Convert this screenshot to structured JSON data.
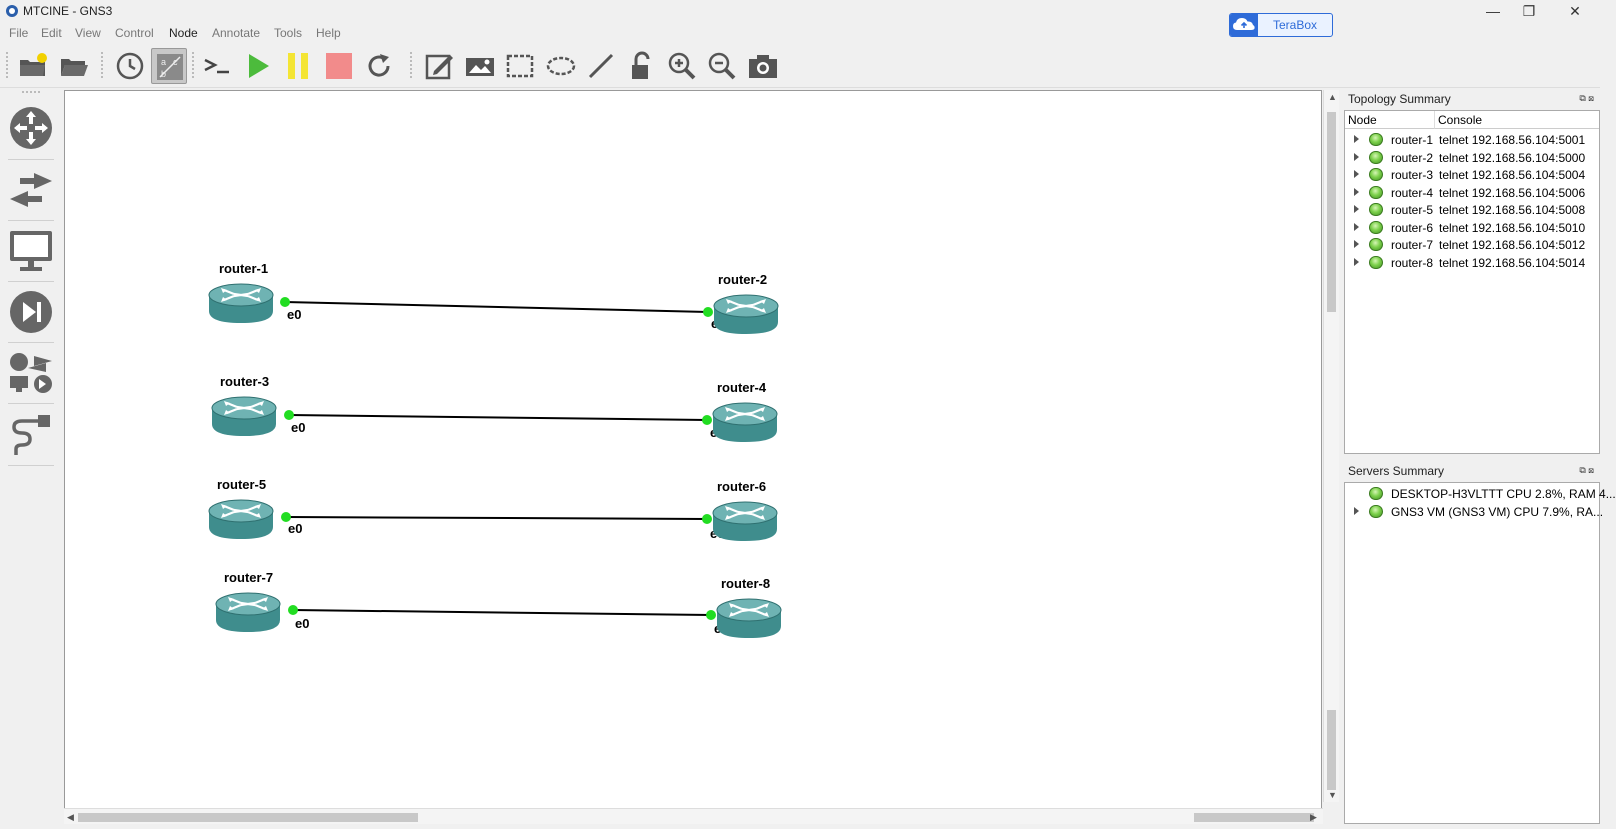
{
  "window": {
    "title": "MTCINE - GNS3",
    "terabox_label": "TeraBox",
    "minimize": "—",
    "maximize": "❐",
    "close": "✕"
  },
  "menu": [
    "File",
    "Edit",
    "View",
    "Control",
    "Node",
    "Annotate",
    "Tools",
    "Help"
  ],
  "menu_active": "Node",
  "toolbar": {
    "icons": [
      "new-project-icon",
      "open-project-icon",
      "snapshot-clock-icon",
      "show-interface-labels-icon",
      "console-all-icon",
      "start-all-icon",
      "suspend-all-icon",
      "stop-all-icon",
      "reload-all-icon",
      "add-note-icon",
      "insert-picture-icon",
      "draw-rectangle-icon",
      "draw-ellipse-icon",
      "draw-line-icon",
      "lock-icon",
      "zoom-in-icon",
      "zoom-out-icon",
      "screenshot-icon"
    ],
    "console_prompt": ">_"
  },
  "devices": [
    "routers-icon",
    "switches-icon",
    "end-devices-icon",
    "security-devices-icon",
    "all-devices-icon",
    "add-link-icon"
  ],
  "topology": {
    "nodes": [
      {
        "name": "router-1"
      },
      {
        "name": "router-2"
      },
      {
        "name": "router-3"
      },
      {
        "name": "router-4"
      },
      {
        "name": "router-5"
      },
      {
        "name": "router-6"
      },
      {
        "name": "router-7"
      },
      {
        "name": "router-8"
      }
    ],
    "links": [
      {
        "a": "router-1",
        "a_port": "e0",
        "b": "router-2",
        "b_port": "e0"
      },
      {
        "a": "router-3",
        "a_port": "e0",
        "b": "router-4",
        "b_port": "e0"
      },
      {
        "a": "router-5",
        "a_port": "e0",
        "b": "router-6",
        "b_port": "e0"
      },
      {
        "a": "router-7",
        "a_port": "e0",
        "b": "router-8",
        "b_port": "e0"
      }
    ],
    "link_status_color": "#22dd22"
  },
  "topology_summary": {
    "title": "Topology Summary",
    "columns": [
      "Node",
      "Console"
    ],
    "rows": [
      {
        "node": "router-1",
        "console": "telnet 192.168.56.104:5001"
      },
      {
        "node": "router-2",
        "console": "telnet 192.168.56.104:5000"
      },
      {
        "node": "router-3",
        "console": "telnet 192.168.56.104:5004"
      },
      {
        "node": "router-4",
        "console": "telnet 192.168.56.104:5006"
      },
      {
        "node": "router-5",
        "console": "telnet 192.168.56.104:5008"
      },
      {
        "node": "router-6",
        "console": "telnet 192.168.56.104:5010"
      },
      {
        "node": "router-7",
        "console": "telnet 192.168.56.104:5012"
      },
      {
        "node": "router-8",
        "console": "telnet 192.168.56.104:5014"
      }
    ]
  },
  "servers_summary": {
    "title": "Servers Summary",
    "rows": [
      {
        "text": "DESKTOP-H3VLTTT CPU 2.8%, RAM 4...",
        "expandable": false
      },
      {
        "text": "GNS3 VM (GNS3 VM) CPU 7.9%, RA...",
        "expandable": true
      }
    ]
  },
  "colors": {
    "router_body": "#3f8d8d",
    "router_top": "#6fb3b3",
    "status_green": "#7dd14c",
    "terabox_blue": "#2e6bd8"
  }
}
